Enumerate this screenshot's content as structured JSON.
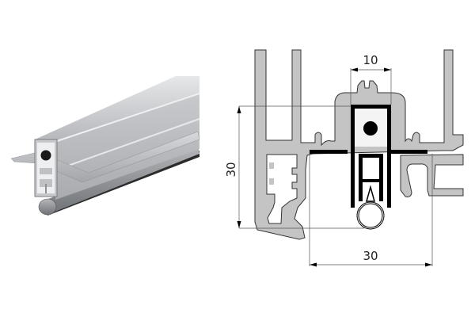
{
  "product_render": {
    "description": "3D view of aluminium door drop seal profile with rubber tube seal",
    "colors": {
      "aluminium_light": "#d4d6d9",
      "aluminium_mid": "#bdbfc3",
      "aluminium_dark": "#9c9ea2",
      "seal_dark": "#2b2b2b",
      "tube": "#8f9296"
    }
  },
  "cross_section": {
    "description": "Cross-section technical drawing of the seal mounted in door profile",
    "colors": {
      "profile_fill": "#c4c4c4",
      "outline": "#333333",
      "seal_black": "#000000",
      "dimension_line": "#555555"
    },
    "dimensions": {
      "top_width": "10",
      "left_height": "30",
      "bottom_width": "30"
    }
  }
}
